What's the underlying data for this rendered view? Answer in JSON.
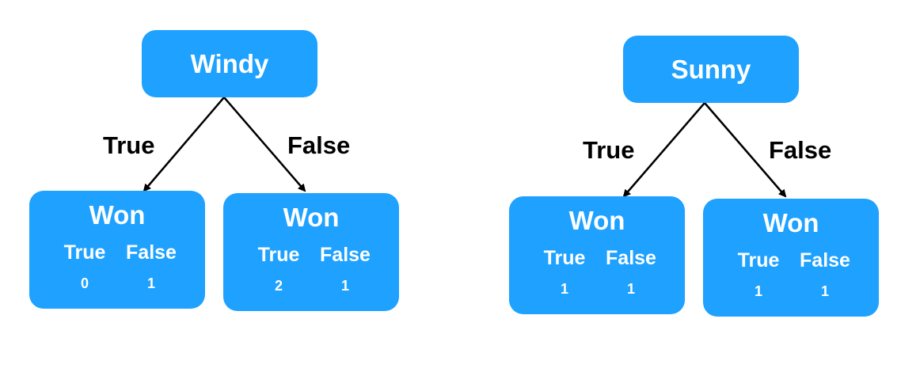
{
  "trees": [
    {
      "root": "Windy",
      "edges": {
        "left": "True",
        "right": "False"
      },
      "leaves": [
        {
          "title": "Won",
          "col_true": "True",
          "col_false": "False",
          "val_true": "0",
          "val_false": "1"
        },
        {
          "title": "Won",
          "col_true": "True",
          "col_false": "False",
          "val_true": "2",
          "val_false": "1"
        }
      ]
    },
    {
      "root": "Sunny",
      "edges": {
        "left": "True",
        "right": "False"
      },
      "leaves": [
        {
          "title": "Won",
          "col_true": "True",
          "col_false": "False",
          "val_true": "1",
          "val_false": "1"
        },
        {
          "title": "Won",
          "col_true": "True",
          "col_false": "False",
          "val_true": "1",
          "val_false": "1"
        }
      ]
    }
  ],
  "colors": {
    "node_fill": "#1ea1ff",
    "node_text": "#ffffff",
    "edge": "#000000"
  }
}
